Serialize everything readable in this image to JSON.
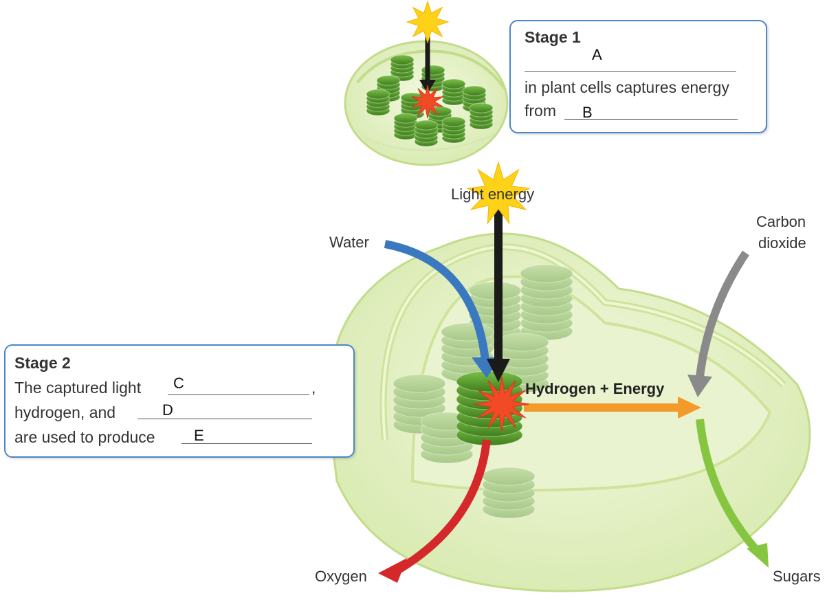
{
  "stage1": {
    "title": "Stage 1",
    "line2": "in plant cells captures energy",
    "line3_prefix": "from",
    "blank_a": "A",
    "blank_b": "B"
  },
  "stage2": {
    "title": "Stage 2",
    "line1_prefix": "The captured light",
    "line1_suffix": ",",
    "line2_prefix": "hydrogen, and",
    "line3_prefix": "are used to produce",
    "blank_c": "C",
    "blank_d": "D",
    "blank_e": "E"
  },
  "labels": {
    "light_energy": "Light energy",
    "water": "Water",
    "carbon_dioxide_1": "Carbon",
    "carbon_dioxide_2": "dioxide",
    "hydrogen_energy": "Hydrogen +  Energy",
    "oxygen": "Oxygen",
    "sugars": "Sugars"
  },
  "colors": {
    "box_border": "#4a86c8",
    "chloroplast_fill": "#e6f2c8",
    "chloroplast_edge": "#c3dc8a",
    "granum": "#5a9a2e",
    "water_arrow": "#3a78c0",
    "light_arrow": "#1a1a1a",
    "co2_arrow": "#8a8a8a",
    "energy_arrow": "#f39a2a",
    "oxygen_arrow": "#d4282a",
    "sugars_arrow": "#86c540",
    "sun": "#ffd21a",
    "burst": "#f04a26"
  }
}
